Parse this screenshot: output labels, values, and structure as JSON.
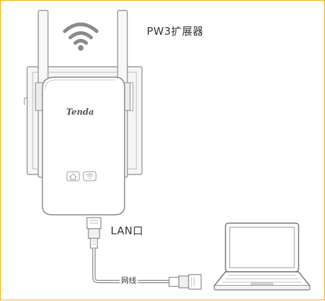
{
  "labels": {
    "device": "PW3扩展器",
    "port": "LAN口",
    "cable": "网线"
  },
  "brand": "Tenda",
  "icons": [
    "wifi-signal-icon",
    "home-indicator-icon",
    "wifi-indicator-icon"
  ],
  "colors": {
    "frame_border": "#f0b000",
    "line": "#888888",
    "fill_light": "#f4f4f4",
    "wifi": "#8a8a8a"
  }
}
